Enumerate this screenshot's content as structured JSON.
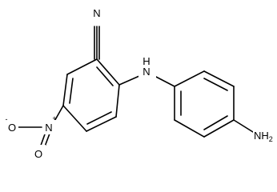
{
  "molecule": {
    "atoms": {
      "nitrile_n": "N",
      "amine_nh": "N",
      "amine_h": "H",
      "nitro_n": "N",
      "nitro_n_charge": "+",
      "nitro_o_top": "O",
      "nitro_o_left": "O",
      "nitro_o_charge": "-",
      "amino_group": "NH",
      "amino_sub": "2"
    }
  }
}
